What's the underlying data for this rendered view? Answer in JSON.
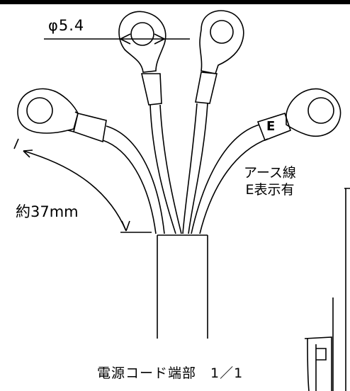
{
  "labels": {
    "diameter": "φ5.4",
    "angle_length": "約37mm",
    "earth_line_1": "アース線",
    "earth_line_2": "E表示有",
    "earth_mark": "E",
    "caption": "電源コード端部　1／1"
  }
}
